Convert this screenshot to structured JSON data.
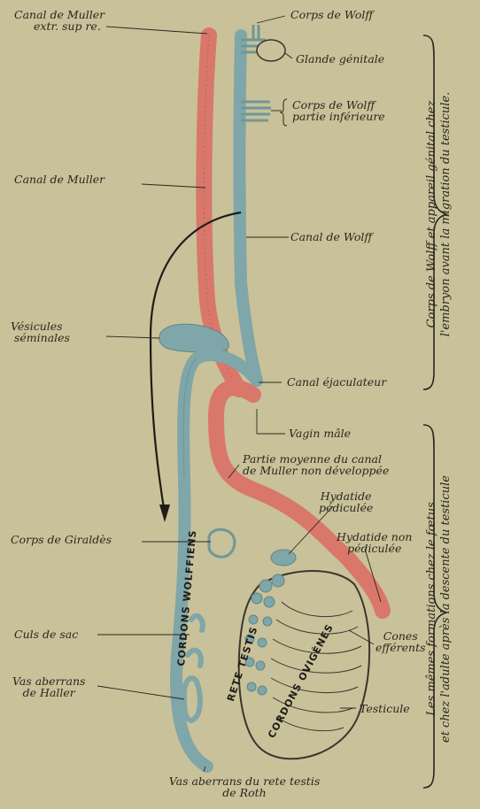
{
  "labels": {
    "canal_muller_extr_line1": "Canal de Muller",
    "canal_muller_extr_line2": "extr. sup re.",
    "corps_wolff_top": "Corps de Wolff",
    "glande_genitale": "Glande génitale",
    "corps_wolff_inf_line1": "Corps de Wolff",
    "corps_wolff_inf_line2": "partie inférieure",
    "canal_muller": "Canal de Muller",
    "canal_wolff": "Canal de Wolff",
    "vesicules_line1": "Vésicules",
    "vesicules_line2": "séminales",
    "canal_ejaculateur": "Canal éjaculateur",
    "vagin_male": "Vagin mâle",
    "partie_moyenne_line1": "Partie moyenne du canal",
    "partie_moyenne_line2": "de Muller non développée",
    "hydatide_ped_line1": "Hydatide",
    "hydatide_ped_line2": "pédiculée",
    "hydatide_non_line1": "Hydatide non",
    "hydatide_non_line2": "pédiculée",
    "corps_giraldes": "Corps de Giraldès",
    "culs_de_sac": "Culs de sac",
    "vas_haller_line1": "Vas aberrans",
    "vas_haller_line2": "de Haller",
    "cones_line1": "Cones",
    "cones_line2": "efférents",
    "testicule": "Testicule",
    "vas_roth_line1": "Vas aberrans du rete testis",
    "vas_roth_line2": "de Roth"
  },
  "inside_labels": {
    "cordons_wolffiens": "CORDONS WOLFFIENS",
    "rete_testis": "RETE TESTIS",
    "cordons_ovigenes": "CORDONS OVIGÈNES"
  },
  "side_captions": {
    "upper_line1": "Corps de Wolff et appareil génital chez",
    "upper_line2": "l'embryon avant la migration du testicule.",
    "lower_line1": "Les mêmes formations chez le fœtus",
    "lower_line2": "et chez l'adulte après la descente du testicule"
  },
  "colors": {
    "background": "#c9c199",
    "muller_red": "#d9776a",
    "wolff_blue": "#7fa6a8",
    "outline": "#3b3530"
  }
}
